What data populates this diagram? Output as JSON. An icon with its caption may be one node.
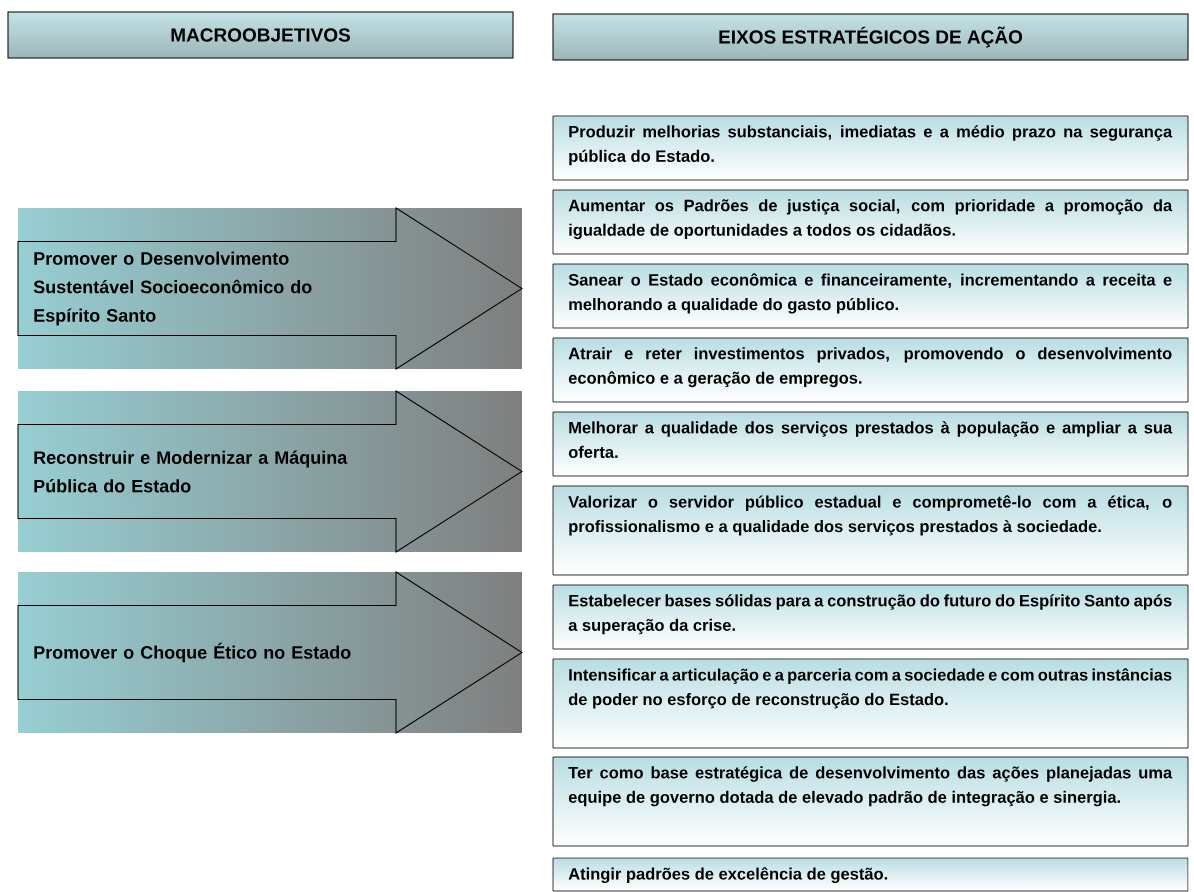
{
  "diagram": {
    "nodes": [
      {
        "text": [
          "MACROOBJETIVOS"
        ]
      },
      {
        "text": [
          "EIXOS ESTRATÉGICOS DE AÇÃO"
        ]
      },
      {
        "text": [
          "Promover o Desenvolvimento Sustentável Socioeconômico do Espírito Santo"
        ]
      },
      {
        "text": [
          "Reconstruir e Modernizar a Máquina Pública do Estado"
        ]
      },
      {
        "text": [
          "Promover o Choque Ético no Estado"
        ]
      },
      {
        "text": [
          "Produzir melhorias substanciais, imediatas e a médio prazo na segurança pública do Estado."
        ]
      },
      {
        "text": [
          "Aumentar os Padrões de justiça social, com prioridade a promoção da igualdade de oportunidades a todos os cidadãos."
        ]
      },
      {
        "text": [
          "Sanear o Estado econômica e financeiramente, incrementando a receita e melhorando a qualidade do gasto público."
        ]
      },
      {
        "text": [
          "Atrair e reter investimentos privados, promovendo o desenvolvimento econômico e a geração de empregos."
        ]
      },
      {
        "text": [
          "Melhorar a qualidade dos serviços prestados à população e ampliar a sua oferta."
        ]
      },
      {
        "text": [
          "Valorizar o servidor público estadual e comprometê-lo com a ética, o profissionalismo e a qualidade dos serviços prestados à sociedade."
        ]
      },
      {
        "text": [
          "Estabelecer bases sólidas para a construção do futuro do Espírito Santo após a superação da crise."
        ]
      },
      {
        "text": [
          "Intensificar a articulação e a parceria com a sociedade e com outras instâncias de poder no esforço de reconstrução do Estado."
        ]
      },
      {
        "text": [
          "Ter como base estratégica de desenvolvimento das ações planejadas uma equipe de governo dotada de elevado padrão de integração e sinergia."
        ]
      },
      {
        "text": [
          "Atingir padrões de excelência de gestão."
        ]
      }
    ]
  }
}
